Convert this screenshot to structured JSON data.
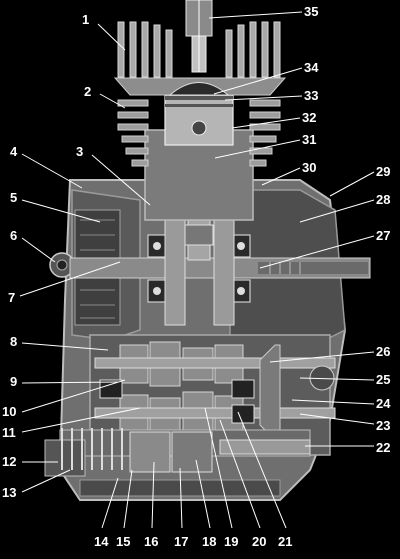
{
  "diagram": {
    "background": "#000000",
    "labels": [
      "1",
      "2",
      "3",
      "4",
      "5",
      "6",
      "7",
      "8",
      "9",
      "10",
      "11",
      "12",
      "13",
      "14",
      "15",
      "16",
      "17",
      "18",
      "19",
      "20",
      "21",
      "22",
      "23",
      "24",
      "25",
      "26",
      "27",
      "28",
      "29",
      "30",
      "31",
      "32",
      "33",
      "34",
      "35"
    ]
  }
}
